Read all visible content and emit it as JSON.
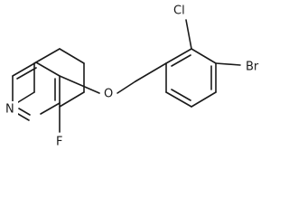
{
  "molecule": {
    "atoms": {
      "cl": "Cl",
      "br": "Br",
      "o": "O",
      "n": "N",
      "f": "F"
    },
    "colors": {
      "bond": "#1a1a1a",
      "text": "#1a1a1a",
      "background": "#ffffff"
    }
  }
}
